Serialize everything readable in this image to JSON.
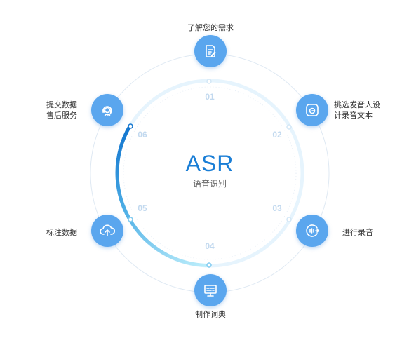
{
  "center": {
    "title": "ASR",
    "subtitle": "语音识别"
  },
  "steps": [
    {
      "number": "01",
      "label": "了解您的需求",
      "icon": "document-edit-icon"
    },
    {
      "number": "02",
      "label": "挑选发音人设计录音文本",
      "icon": "voice-select-icon"
    },
    {
      "number": "03",
      "label": "进行录音",
      "icon": "record-icon"
    },
    {
      "number": "04",
      "label": "制作词典",
      "icon": "monitor-icon"
    },
    {
      "number": "05",
      "label": "标注数据",
      "icon": "cloud-upload-icon"
    },
    {
      "number": "06",
      "label": "提交数据售后服务",
      "icon": "support-agent-icon"
    }
  ],
  "colors": {
    "node": "#5aa6ee",
    "accent": "#1a7ed6",
    "ring_light": "#e3f2fd",
    "ring_gradient_start": "#bdeefb",
    "ring_gradient_end": "#1376cf",
    "number": "#c2d9ef"
  }
}
